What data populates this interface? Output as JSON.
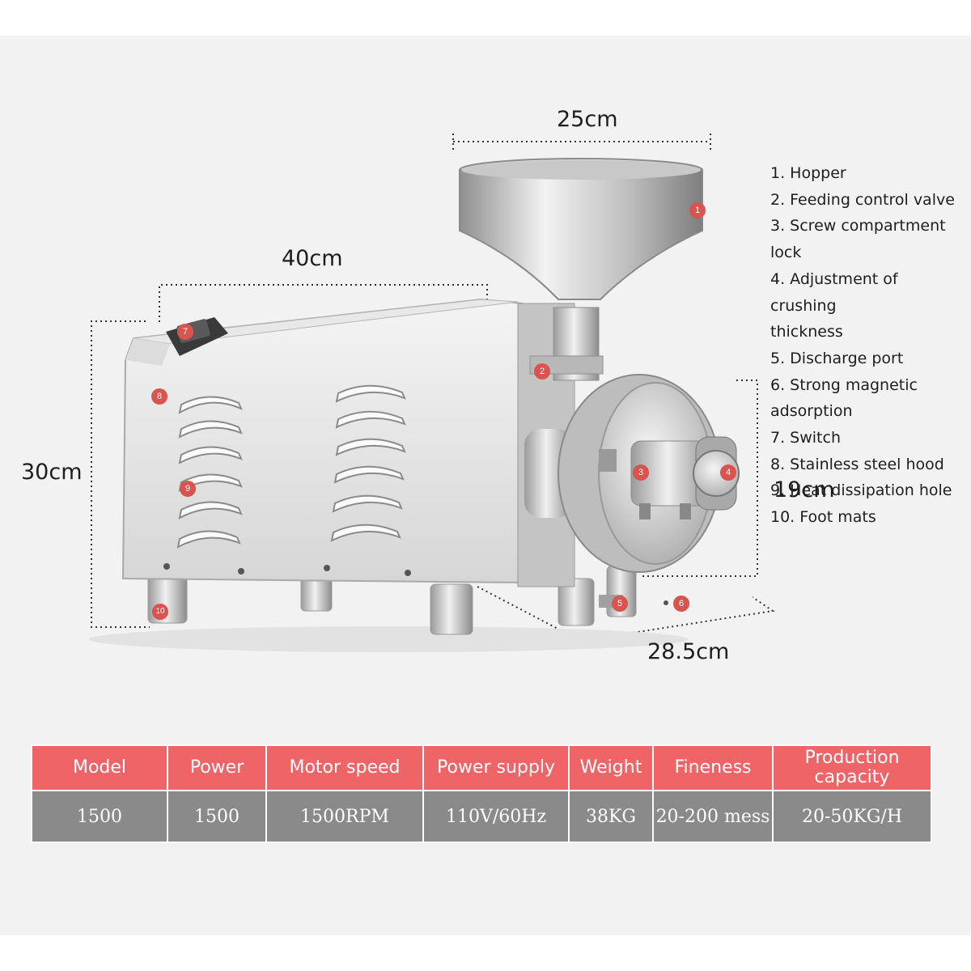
{
  "dimensions": {
    "top_width": "25cm",
    "body_length": "40cm",
    "height": "30cm",
    "depth": "19cm",
    "base_depth": "28.5cm"
  },
  "parts": [
    "1. Hopper",
    "2. Feeding control valve",
    "3. Screw compartment",
    "lock",
    "4. Adjustment of crushing",
    "thickness",
    "5. Discharge port",
    "6. Strong magnetic",
    "adsorption",
    "7. Switch",
    "8. Stainless steel hood",
    "9. Heat dissipation hole",
    "10. Foot mats"
  ],
  "markers": [
    "1",
    "2",
    "3",
    "4",
    "5",
    "6",
    "7",
    "8",
    "9",
    "10"
  ],
  "table": {
    "headers": [
      "Model",
      "Power",
      "Motor speed",
      "Power supply",
      "Weight",
      "Fineness",
      "Production capacity"
    ],
    "values": [
      "1500",
      "1500",
      "1500RPM",
      "110V/60Hz",
      "38KG",
      "20-200 mess",
      "20-50KG/H"
    ]
  },
  "colors": {
    "header_bg": "#ef6466",
    "value_bg": "#8a8a8a",
    "marker": "#d9534f",
    "steel": "#c9c9c9"
  }
}
